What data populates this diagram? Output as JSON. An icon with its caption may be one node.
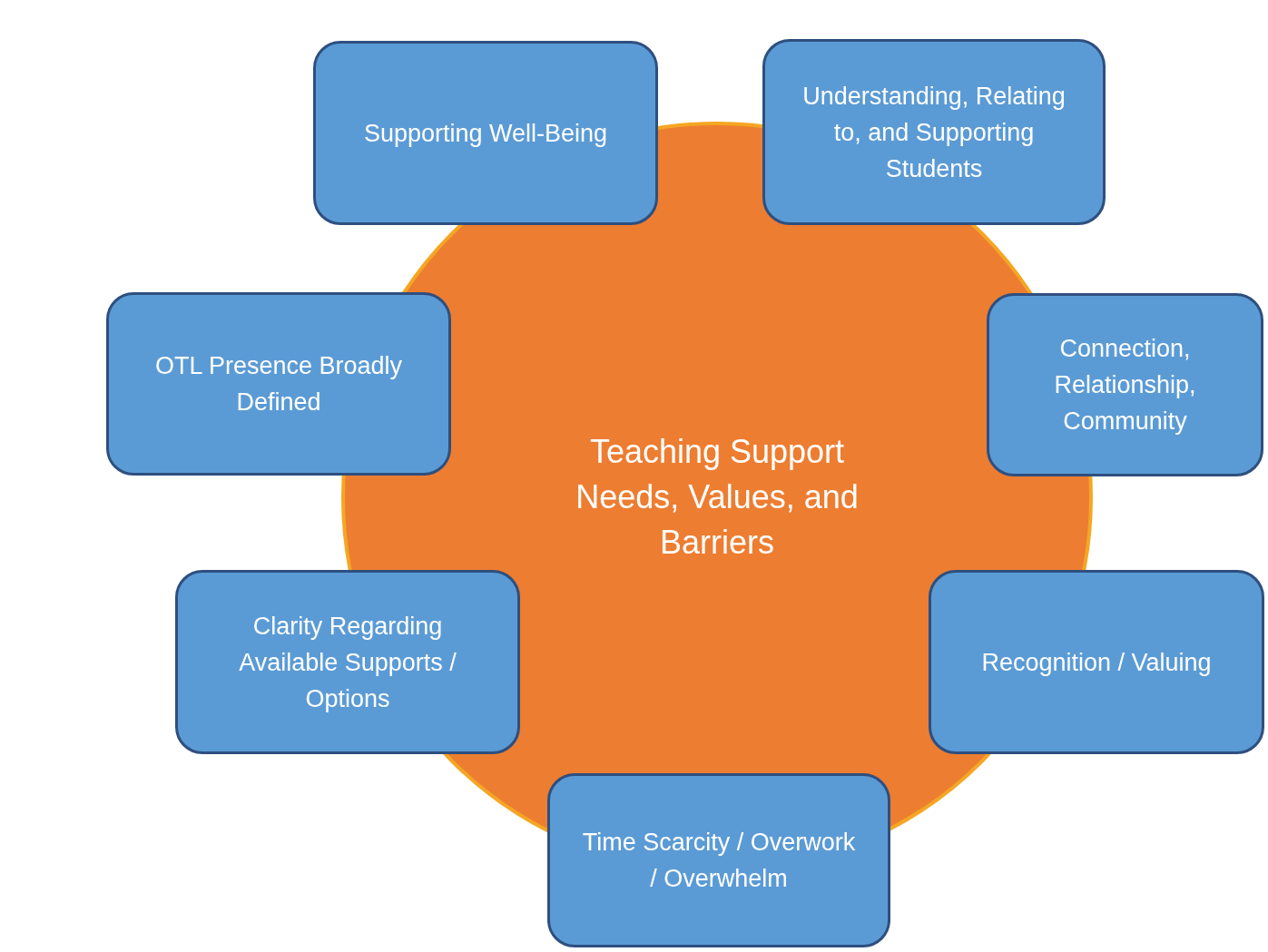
{
  "diagram": {
    "nodes": [
      {
        "text": [
          "Teaching Support Needs, Values, and Barriers"
        ]
      },
      {
        "text": [
          "Supporting Well-Being"
        ]
      },
      {
        "text": [
          "Understanding, Relating to, and Supporting Students"
        ]
      },
      {
        "text": [
          "OTL Presence Broadly Defined"
        ]
      },
      {
        "text": [
          "Connection, Relationship, Community"
        ]
      },
      {
        "text": [
          "Clarity Regarding Available Supports / Options"
        ]
      },
      {
        "text": [
          "Recognition / Valuing"
        ]
      },
      {
        "text": [
          "Time Scarcity / Overwork / Overwhelm"
        ]
      }
    ]
  }
}
